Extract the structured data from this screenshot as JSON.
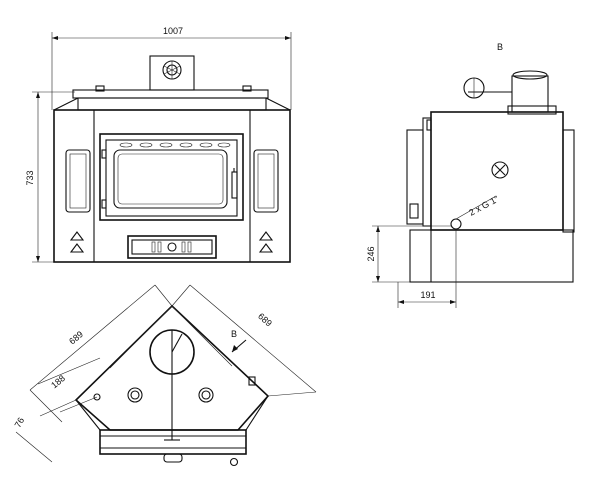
{
  "front_view": {
    "width_label": "1007",
    "height_label": "733"
  },
  "side_view": {
    "view_letter": "B",
    "connection_label": "2 x G 1\"",
    "height_label": "246",
    "offset_label": "191"
  },
  "top_view": {
    "view_letter": "B",
    "side_left_label": "689",
    "side_right_label": "689",
    "offset_a_label": "188",
    "offset_b_label": "76"
  },
  "colors": {
    "line": "#111111",
    "background": "#ffffff"
  }
}
